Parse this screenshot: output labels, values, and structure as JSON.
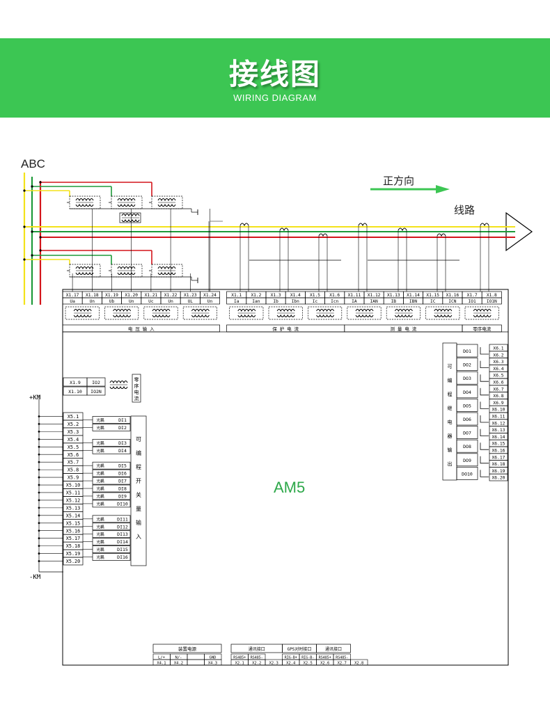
{
  "colors": {
    "banner": "#3cc653",
    "phase_yellow": "#f3e21a",
    "phase_green": "#1e9a3a",
    "phase_red": "#d4141a",
    "device_label": "#2ea84a",
    "arrow": "#3cc653"
  },
  "header": {
    "title": "接线图",
    "subtitle": "WIRING DIAGRAM"
  },
  "labels": {
    "abc": "ABC",
    "direction": "正方向",
    "line": "线路",
    "device": "AM5",
    "plus_kn": "+KM",
    "minus_kn": "-KM"
  },
  "top_terminals": [
    {
      "id": "X1.17",
      "sig": "Ua"
    },
    {
      "id": "X1.18",
      "sig": "Un"
    },
    {
      "id": "X1.19",
      "sig": "Ub"
    },
    {
      "id": "X1.20",
      "sig": "Un"
    },
    {
      "id": "X1.21",
      "sig": "Uc"
    },
    {
      "id": "X1.22",
      "sig": "Un"
    },
    {
      "id": "X1.23",
      "sig": "UL"
    },
    {
      "id": "X1.24",
      "sig": "Un"
    },
    {
      "id": "X1.1",
      "sig": "Ia"
    },
    {
      "id": "X1.2",
      "sig": "Ian"
    },
    {
      "id": "X1.3",
      "sig": "Ib"
    },
    {
      "id": "X1.4",
      "sig": "Ibn"
    },
    {
      "id": "X1.5",
      "sig": "Ic"
    },
    {
      "id": "X1.6",
      "sig": "Icn"
    },
    {
      "id": "X1.11",
      "sig": "IA"
    },
    {
      "id": "X1.12",
      "sig": "IAN"
    },
    {
      "id": "X1.13",
      "sig": "IB"
    },
    {
      "id": "X1.14",
      "sig": "IBN"
    },
    {
      "id": "X1.15",
      "sig": "IC"
    },
    {
      "id": "X1.16",
      "sig": "ICN"
    },
    {
      "id": "X1.7",
      "sig": "IO1"
    },
    {
      "id": "X1.8",
      "sig": "IO1N"
    }
  ],
  "top_groups": [
    {
      "label": "电 压 输 入"
    },
    {
      "label": "保 护 电 流"
    },
    {
      "label": "测 量 电 流"
    },
    {
      "label": "零序电流"
    }
  ],
  "zero_seq": {
    "rows": [
      {
        "term": "X1.9",
        "sig": "IO2"
      },
      {
        "term": "X1.10",
        "sig": "IO2N"
      }
    ],
    "label": "零序电流"
  },
  "di_block": {
    "terminals": [
      "X5.1",
      "X5.2",
      "X5.3",
      "X5.4",
      "X5.5",
      "X5.6",
      "X5.7",
      "X5.8",
      "X5.9",
      "X5.10",
      "X5.11",
      "X5.12",
      "X5.13",
      "X5.14",
      "X5.15",
      "X5.16",
      "X5.17",
      "X5.18",
      "X5.19",
      "X5.20"
    ],
    "inputs": [
      {
        "opt": "光耦",
        "name": "DI1"
      },
      {
        "opt": "光耦",
        "name": "DI2"
      },
      {
        "opt": "光耦",
        "name": "DI3"
      },
      {
        "opt": "光耦",
        "name": "DI4"
      },
      {
        "opt": "光耦",
        "name": "DI5"
      },
      {
        "opt": "光耦",
        "name": "DI6"
      },
      {
        "opt": "光耦",
        "name": "DI7"
      },
      {
        "opt": "光耦",
        "name": "DI8"
      },
      {
        "opt": "光耦",
        "name": "DI9"
      },
      {
        "opt": "光耦",
        "name": "DI10"
      },
      {
        "opt": "光耦",
        "name": "DI11"
      },
      {
        "opt": "光耦",
        "name": "DI12"
      },
      {
        "opt": "光耦",
        "name": "DI13"
      },
      {
        "opt": "光耦",
        "name": "DI14"
      },
      {
        "opt": "光耦",
        "name": "DI15"
      },
      {
        "opt": "光耦",
        "name": "DI16"
      }
    ],
    "label": "可编程开关量输入"
  },
  "do_block": {
    "outputs": [
      {
        "name": "DO1",
        "terms": [
          "X6.1",
          "X6.2"
        ]
      },
      {
        "name": "DO2",
        "terms": [
          "X6.3",
          "X6.4"
        ]
      },
      {
        "name": "DO3",
        "terms": [
          "X6.5",
          "X6.6"
        ]
      },
      {
        "name": "DO4",
        "terms": [
          "X6.7",
          "X6.8"
        ]
      },
      {
        "name": "DO5",
        "terms": [
          "X6.9",
          "X6.10"
        ]
      },
      {
        "name": "DO6",
        "terms": [
          "X6.11",
          "X6.12"
        ]
      },
      {
        "name": "DO7",
        "terms": [
          "X6.13",
          "X6.14"
        ]
      },
      {
        "name": "DO8",
        "terms": [
          "X6.15",
          "X6.16"
        ]
      },
      {
        "name": "DO9",
        "terms": [
          "X6.17",
          "X6.18"
        ]
      },
      {
        "name": "DO10",
        "terms": [
          "X6.19",
          "X6.20"
        ]
      }
    ],
    "label": "可编程继电器输出"
  },
  "bottom": {
    "power": {
      "title": "装置电源",
      "sigs": [
        "L/+",
        "N/-",
        "",
        "GND"
      ],
      "terms": [
        "X4.1",
        "X4.2",
        "",
        "X4.3"
      ]
    },
    "comms": [
      {
        "title": "通讯接口",
        "sigs": [
          "RS485+",
          "RS485-"
        ],
        "terms": [
          "X2.1",
          "X2.2"
        ]
      },
      {
        "title": "GPS对时接口",
        "sigs": [
          "RIG-B+",
          "RIG-B-"
        ],
        "terms": [
          "X2.4",
          "X2.5"
        ]
      },
      {
        "title": "通讯接口",
        "sigs": [
          "RS485+",
          "RS485-"
        ],
        "terms": [
          "X2.6",
          "X2.7"
        ]
      }
    ],
    "comm_extra_terms": [
      "X2.3",
      "X2.8"
    ]
  }
}
